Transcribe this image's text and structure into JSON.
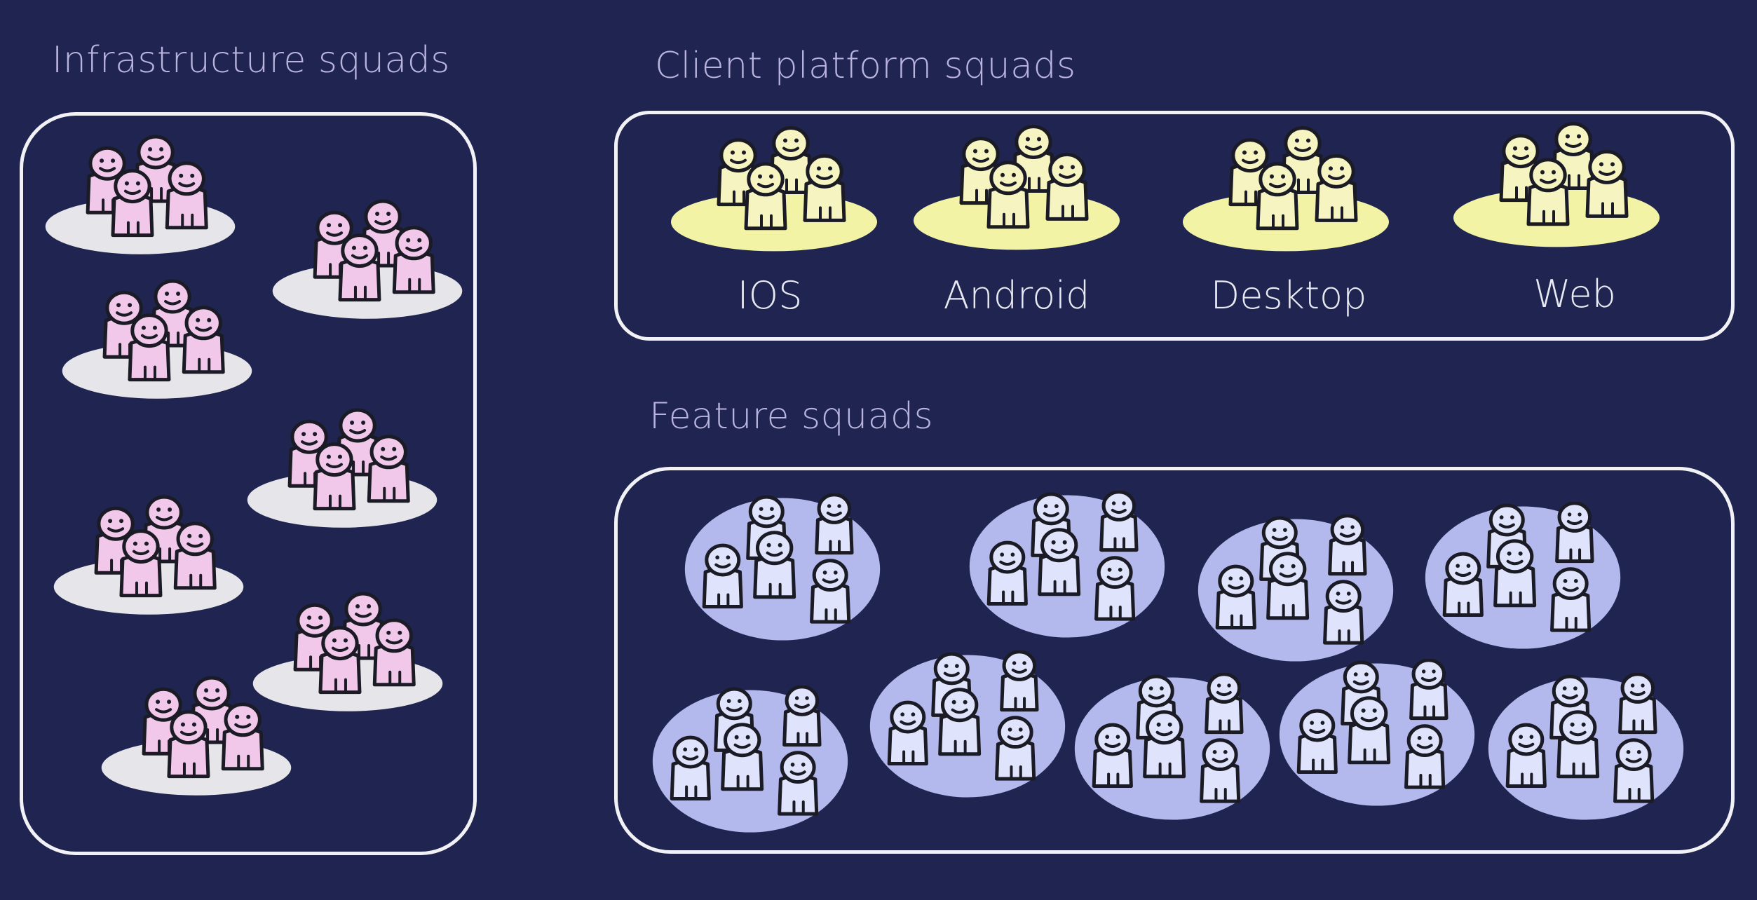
{
  "sections": {
    "infrastructure": {
      "title": "Infrastructure squads"
    },
    "client_platform": {
      "title": "Client platform squads",
      "squads": [
        {
          "label": "IOS"
        },
        {
          "label": "Android"
        },
        {
          "label": "Desktop"
        },
        {
          "label": "Web"
        }
      ]
    },
    "feature": {
      "title": "Feature squads"
    }
  },
  "colors": {
    "background": "#1f2550",
    "title_text": "#b9b3de",
    "infrastructure_people": "#f2c8ea",
    "infrastructure_base": "#e6e6ea",
    "client_people": "#f6f4c0",
    "client_base": "#f3f3a6",
    "feature_people": "#dfe3fb",
    "feature_base": "#b3b9ec"
  },
  "icons": {
    "infrastructure_squad": "people-group-icon",
    "client_squad": "people-group-icon",
    "feature_squad": "people-group-icon"
  }
}
